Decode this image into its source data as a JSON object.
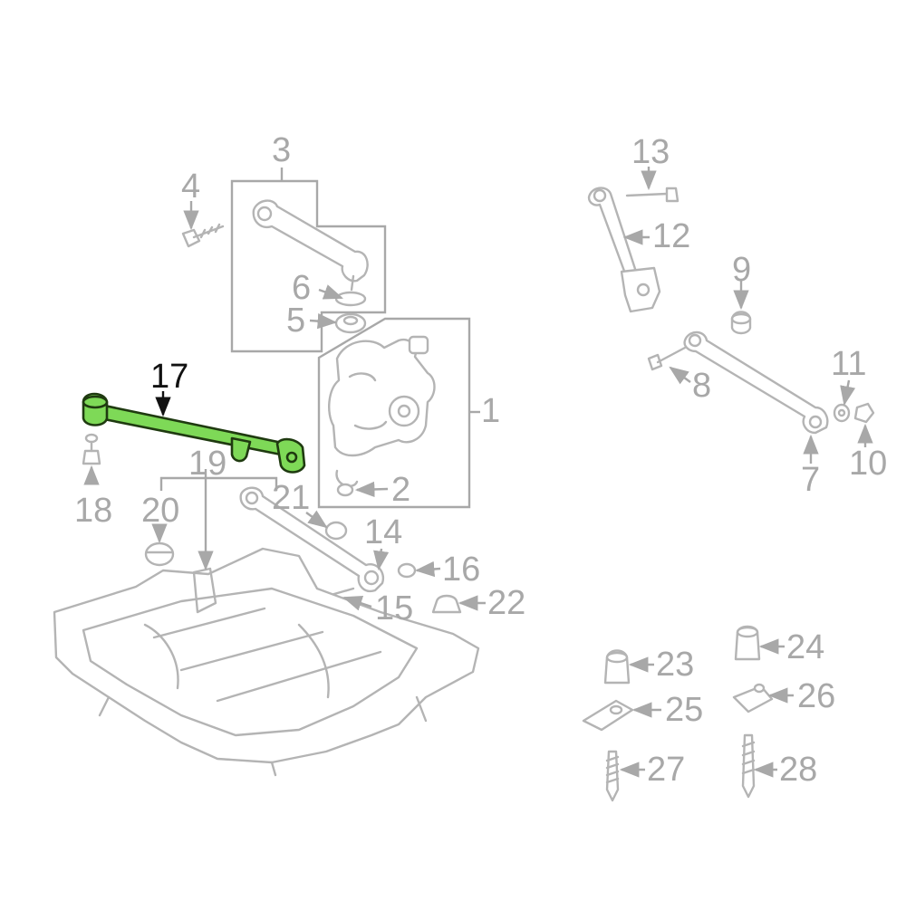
{
  "diagram": {
    "highlighted_part": "17",
    "highlight_color": "#7ed957",
    "label_color": "#a8a8a8",
    "highlight_label_color": "#111111",
    "callouts": {
      "p1": "1",
      "p2": "2",
      "p3": "3",
      "p4": "4",
      "p5": "5",
      "p6": "6",
      "p7": "7",
      "p8": "8",
      "p9": "9",
      "p10": "10",
      "p11": "11",
      "p12": "12",
      "p13": "13",
      "p14": "14",
      "p15": "15",
      "p16": "16",
      "p17": "17",
      "p18": "18",
      "p19": "19",
      "p20": "20",
      "p21": "21",
      "p22": "22",
      "p23": "23",
      "p24": "24",
      "p25": "25",
      "p26": "26",
      "p27": "27",
      "p28": "28"
    }
  }
}
